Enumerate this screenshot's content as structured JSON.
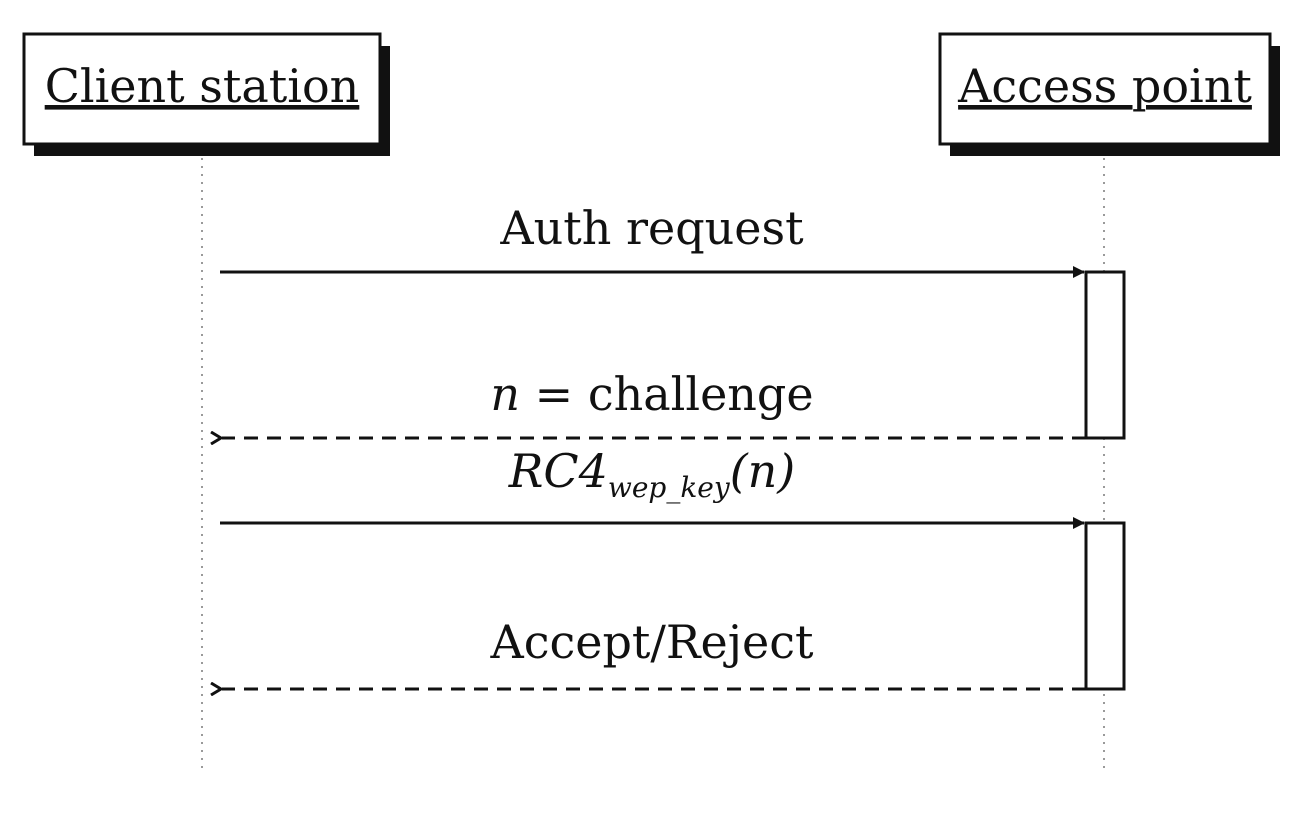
{
  "diagram": {
    "title": "",
    "participants": [
      {
        "name": "Client station"
      },
      {
        "name": "Access point"
      }
    ],
    "messages": [
      {
        "label": "Auth request",
        "direction": "client-to-ap",
        "style": "solid"
      },
      {
        "label_var": "n",
        "label_eq": " = ",
        "label_rest": "challenge",
        "direction": "ap-to-client",
        "style": "dashed"
      },
      {
        "label_main": "RC4",
        "label_sub": "wep_key",
        "label_arg": "(n)",
        "direction": "client-to-ap",
        "style": "solid"
      },
      {
        "label": "Accept/Reject",
        "direction": "ap-to-client",
        "style": "dashed"
      }
    ],
    "colors": {
      "ink": "#111111",
      "shadow": "#111111",
      "lifeline": "#9a9a9a",
      "background": "#ffffff"
    }
  }
}
